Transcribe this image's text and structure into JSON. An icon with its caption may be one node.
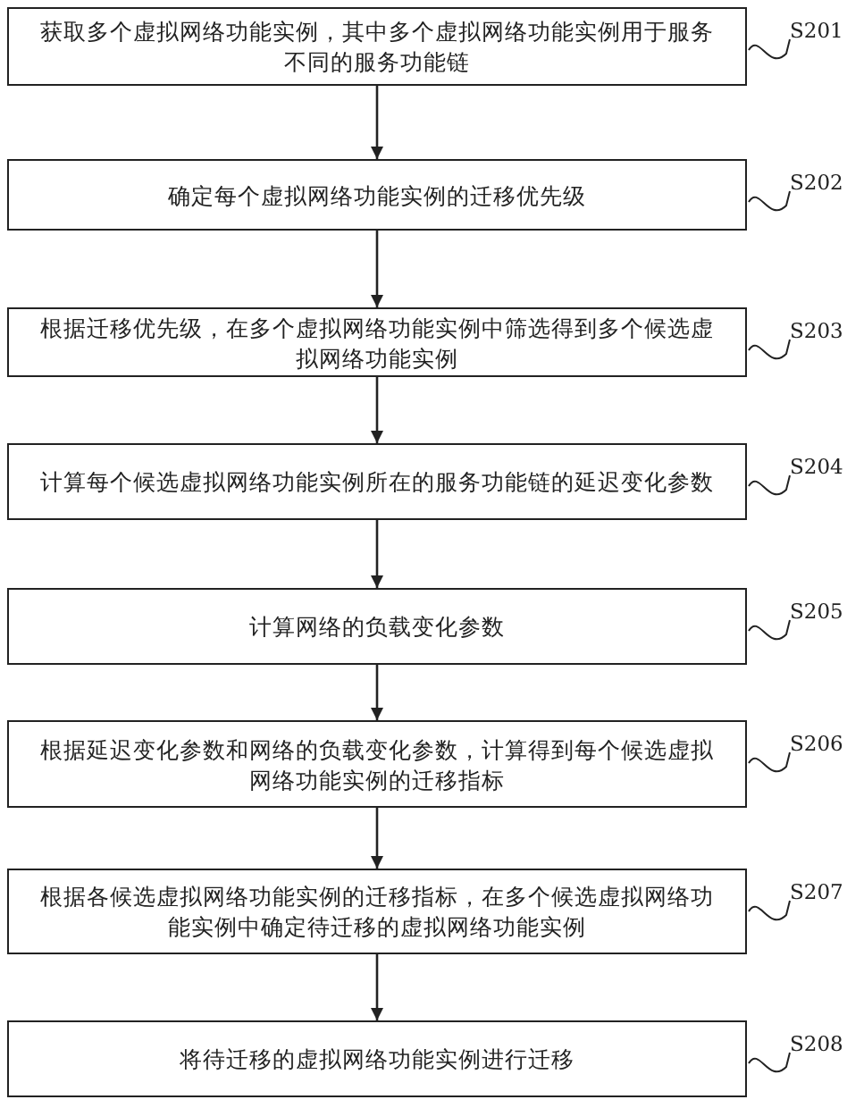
{
  "diagram": {
    "nodes": [
      {
        "text": [
          "获取多个虚拟网络功能实例，其中多个虚拟网络功能实例用于服务不同的服务功能链"
        ]
      },
      {
        "text": [
          "确定每个虚拟网络功能实例的迁移优先级"
        ]
      },
      {
        "text": [
          "根据迁移优先级，在多个虚拟网络功能实例中筛选得到多个候选虚拟网络功能实例"
        ]
      },
      {
        "text": [
          "计算每个候选虚拟网络功能实例所在的服务功能链的延迟变化参数"
        ]
      },
      {
        "text": [
          "计算网络的负载变化参数"
        ]
      },
      {
        "text": [
          "根据延迟变化参数和网络的负载变化参数，计算得到每个候选虚拟网络功能实例的迁移指标"
        ]
      },
      {
        "text": [
          "根据各候选虚拟网络功能实例的迁移指标，在多个候选虚拟网络功能实例中确定待迁移的虚拟网络功能实例"
        ]
      },
      {
        "text": [
          "将待迁移的虚拟网络功能实例进行迁移"
        ]
      },
      {
        "text": [
          "S201"
        ]
      },
      {
        "text": [
          "S202"
        ]
      },
      {
        "text": [
          "S203"
        ]
      },
      {
        "text": [
          "S204"
        ]
      },
      {
        "text": [
          "S205"
        ]
      },
      {
        "text": [
          "S206"
        ]
      },
      {
        "text": [
          "S207"
        ]
      },
      {
        "text": [
          "S208"
        ]
      }
    ],
    "edges": [
      {
        "from": 0,
        "to": 1,
        "arrow": "to"
      },
      {
        "from": 1,
        "to": 2,
        "arrow": "to"
      },
      {
        "from": 2,
        "to": 3,
        "arrow": "to"
      },
      {
        "from": 3,
        "to": 4,
        "arrow": "to"
      },
      {
        "from": 4,
        "to": 5,
        "arrow": "to"
      },
      {
        "from": 5,
        "to": 6,
        "arrow": "to"
      },
      {
        "from": 6,
        "to": 7,
        "arrow": "to"
      },
      {
        "from": 8,
        "to": 0,
        "arrow": "none"
      },
      {
        "from": 9,
        "to": 1,
        "arrow": "none"
      },
      {
        "from": 10,
        "to": 2,
        "arrow": "none"
      },
      {
        "from": 11,
        "to": 3,
        "arrow": "none"
      },
      {
        "from": 12,
        "to": 4,
        "arrow": "none"
      },
      {
        "from": 13,
        "to": 5,
        "arrow": "none"
      },
      {
        "from": 14,
        "to": 6,
        "arrow": "none"
      },
      {
        "from": 15,
        "to": 7,
        "arrow": "none"
      }
    ]
  }
}
